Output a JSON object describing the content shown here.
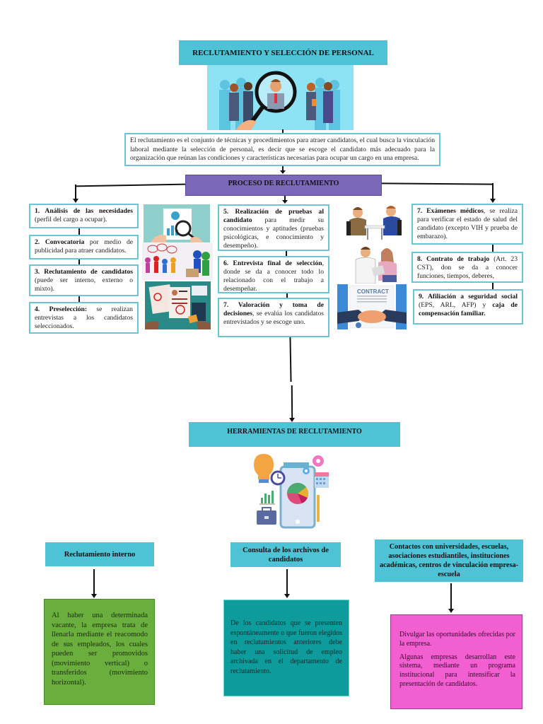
{
  "header": {
    "title": "RECLUTAMIENTO Y SELECCIÓN DE PERSONAL",
    "image": "magnifying-glass-candidate-illustration"
  },
  "definition": {
    "text": "El reclutamiento es el conjunto de técnicas y procedimientos para atraer candidatos, el cual busca la vinculación laboral mediante la selección de personal, es decir que se escoge el candidato más adecuado para la organización que reúnan las condiciones y características necesarias para ocupar un cargo en una empresa."
  },
  "process": {
    "title": "PROCESO DE RECLUTAMIENTO",
    "left_steps": [
      {
        "bold": "1. Análisis de las necesidades",
        "text": " (perfil del cargo a ocupar)."
      },
      {
        "bold": "2. Convocatoria",
        "text": " por medio de publicidad para atraer candidatos."
      },
      {
        "bold": "3. Reclutamiento de candidatos",
        "text": " (puede ser interno, externo o mixto)."
      },
      {
        "bold": "4. Preselección:",
        "text": " se realizan entrevistas a los candidatos seleccionados."
      }
    ],
    "middle_steps": [
      {
        "bold": "5. Realización de pruebas al candidato",
        "text": " para medir su conocimientos y aptitudes (pruebas psicológicas, e conocimiento y desempeño)."
      },
      {
        "bold": "6. Entrevista final de selección",
        "text": ", donde se da a conocer todo lo relacionado con el trabajo a desempeñar."
      },
      {
        "bold": "7. Valoración y toma de decisiones",
        "text": ", se evalúa los candidatos entrevistados y se escoge uno."
      }
    ],
    "right_steps": [
      {
        "bold": "7. Exámenes médicos",
        "text": ", se realiza para verificar el estado de salud del candidato (excepto VIH y prueba de embarazo)."
      },
      {
        "bold": "8. Contrato de trabajo",
        "text": " (Art. 23 CST), don se da a conocer funciones, tiempos, deberes,"
      },
      {
        "bold": "9. Afiliación a seguridad social",
        "text": " (EPS, ARL, AFP) y ",
        "bold2": "caja de compensación familiar."
      }
    ],
    "images_left": [
      "data-analysis-illustration",
      "candidate-group-illustration",
      "resume-review-illustration"
    ],
    "images_right": [
      "interview-illustration",
      "medical-exam-illustration",
      "contract-handshake-illustration"
    ],
    "contract_label": "CONTRACT"
  },
  "tools": {
    "title": "HERRAMIENTAS DE RECLUTAMIENTO",
    "image": "tools-tablet-illustration",
    "items": [
      {
        "title": "Reclutamiento interno",
        "description": "Al haber una determinada vacante, la empresa trata de llenarla mediante el reacomodo de sus empleados, los cuales pueden ser promovidos (movimiento vertical) o transferidos (movimiento horizontal).",
        "color": "#6aaf3d"
      },
      {
        "title": "Consulta de los archivos de candidatos",
        "description": "De los candidatos que se presenten espontáneamente o que fueron elegidos en reclutamientos anteriores debe haber una solicitud de empleo archivada en el departamento de reclutamiento.",
        "color": "#0e9b9b"
      },
      {
        "title": "Contactos con universidades, escuelas, asociaciones estudiantiles, instituciones académicas, centros de vinculación empresa-escuela",
        "description": "Divulgar las oportunidades ofrecidas por la empresa.",
        "description2": "Algunas empresas desarrollan este sistema, mediante un programa institucional para intensificar la presentación de candidatos.",
        "color": "#f25fd0"
      }
    ]
  },
  "colors": {
    "cyan": "#4fc3d6",
    "purple": "#7b68b8",
    "green": "#6aaf3d",
    "teal": "#0e9b9b",
    "pink": "#f25fd0"
  }
}
